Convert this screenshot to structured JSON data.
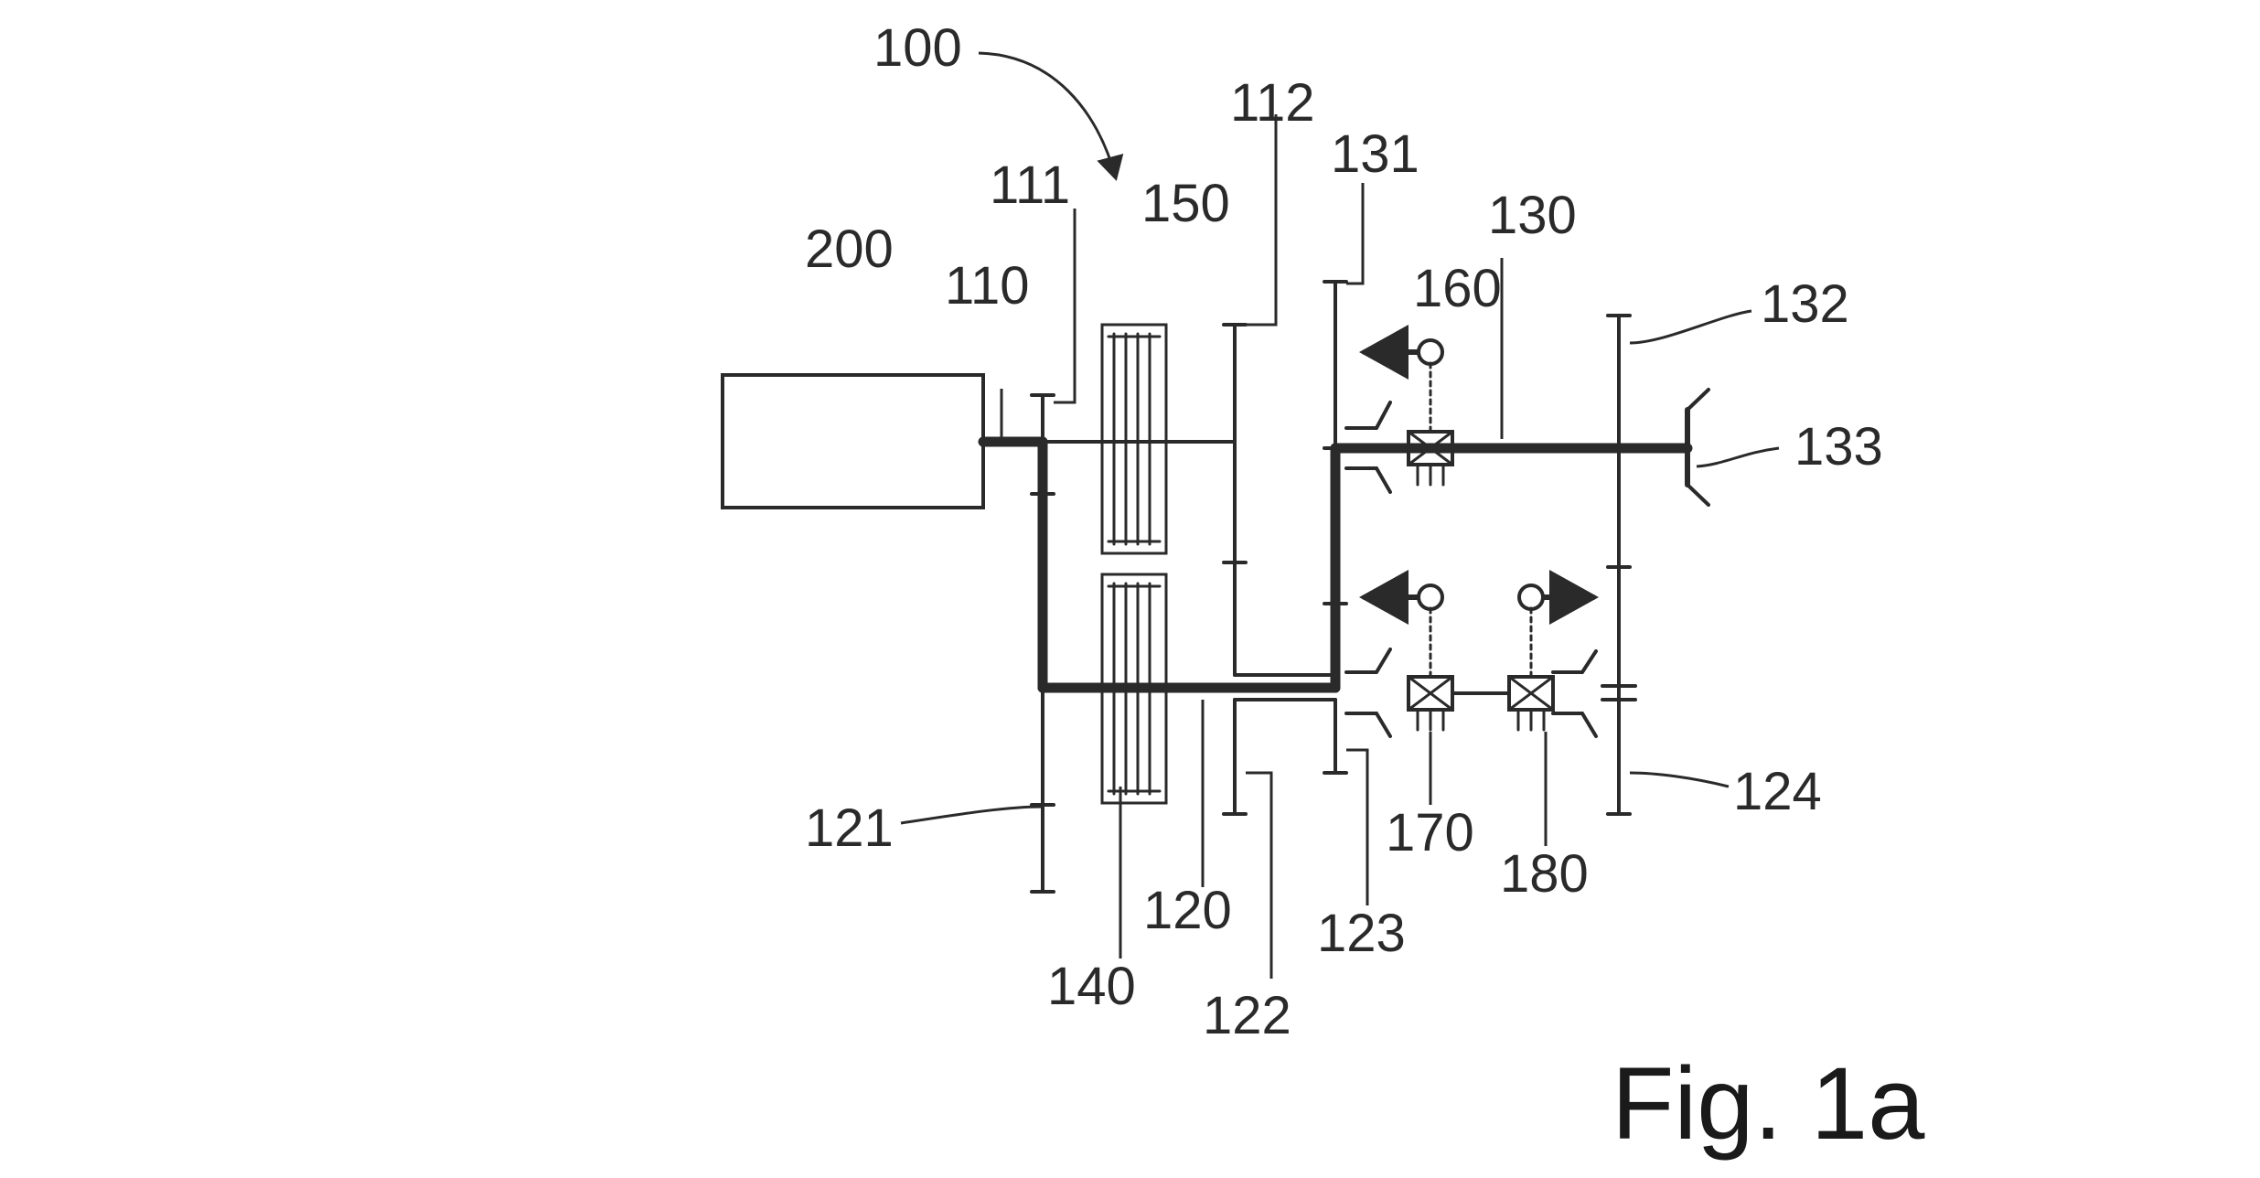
{
  "figure": {
    "caption": "Fig. 1a",
    "colors": {
      "line": "#2a2a2a",
      "background": "#ffffff"
    }
  },
  "labels": {
    "n100": "100",
    "n111": "111",
    "n150": "150",
    "n112": "112",
    "n131": "131",
    "n130": "130",
    "n200": "200",
    "n110": "110",
    "n160": "160",
    "n132": "132",
    "n133": "133",
    "n121": "121",
    "n120": "120",
    "n140": "140",
    "n122": "122",
    "n123": "123",
    "n170": "170",
    "n180": "180",
    "n124": "124"
  }
}
